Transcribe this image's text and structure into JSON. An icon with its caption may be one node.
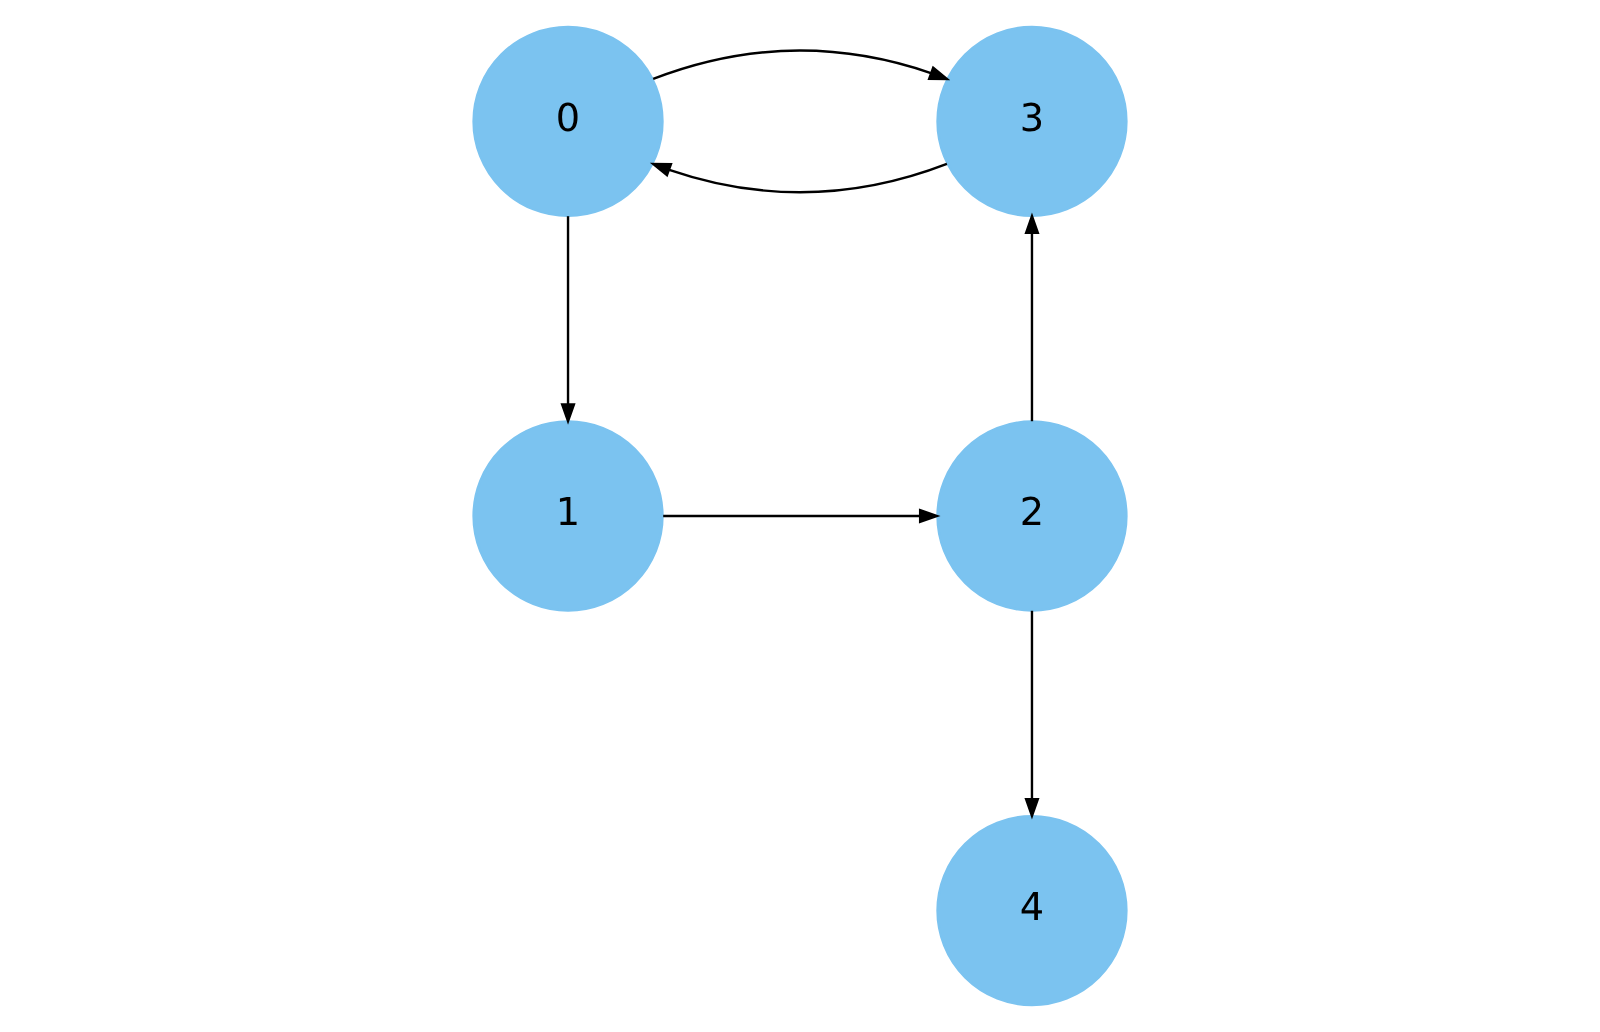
{
  "diagram": {
    "nodes": [
      {
        "text": [
          "0"
        ]
      },
      {
        "text": [
          "1"
        ]
      },
      {
        "text": [
          "2"
        ]
      },
      {
        "text": [
          "3"
        ]
      },
      {
        "text": [
          "4"
        ]
      }
    ],
    "edges": [
      {
        "from": 3,
        "to": 0,
        "arrow": "to"
      },
      {
        "from": 0,
        "to": 3,
        "arrow": "to"
      },
      {
        "from": 0,
        "to": 1,
        "arrow": "to"
      },
      {
        "from": 1,
        "to": 2,
        "arrow": "to"
      },
      {
        "from": 2,
        "to": 3,
        "arrow": "to"
      },
      {
        "from": 2,
        "to": 4,
        "arrow": "to"
      }
    ]
  }
}
